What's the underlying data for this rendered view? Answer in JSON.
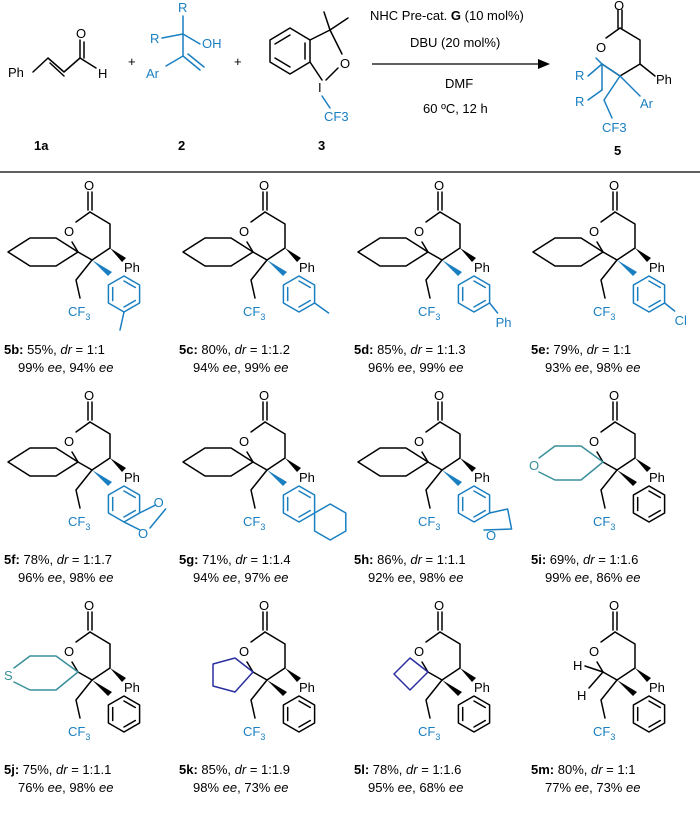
{
  "scheme": {
    "reactants": [
      {
        "id": "1a",
        "label": "1a",
        "group": "Ph",
        "atoms": [
          "O",
          "H"
        ]
      },
      {
        "id": "2",
        "label": "2",
        "atoms": [
          "R",
          "R",
          "OH",
          "Ar"
        ]
      },
      {
        "id": "3",
        "label": "3",
        "atoms": [
          "O",
          "I",
          "CF3"
        ]
      }
    ],
    "plus": "+",
    "conditions": {
      "line1_prefix": "NHC Pre-cat. ",
      "catalyst": "G",
      "line1_suffix": "  (10 mol%)",
      "line2": "DBU (20 mol%)",
      "line3": "DMF",
      "line4": "60 ºC, 12 h"
    },
    "product": {
      "label": "5",
      "atoms": [
        "O",
        "O",
        "R",
        "R",
        "Ph",
        "Ar",
        "CF3"
      ]
    }
  },
  "products": [
    {
      "id": "5b",
      "label": "5b:",
      "yield": "55%",
      "dr_label": "dr",
      "dr": "1:1",
      "ee1": "99%",
      "ee2": "94%",
      "ee_label": "ee",
      "ring": "cyclohexane",
      "aryl": "3-methylphenyl"
    },
    {
      "id": "5c",
      "label": "5c:",
      "yield": "80%",
      "dr_label": "dr",
      "dr": "1:1.2",
      "ee1": "94%",
      "ee2": "99%",
      "ee_label": "ee",
      "ring": "cyclohexane",
      "aryl": "4-methylphenyl"
    },
    {
      "id": "5d",
      "label": "5d:",
      "yield": "85%",
      "dr_label": "dr",
      "dr": "1:1.3",
      "ee1": "96%",
      "ee2": "99%",
      "ee_label": "ee",
      "ring": "cyclohexane",
      "aryl": "4-biphenyl"
    },
    {
      "id": "5e",
      "label": "5e:",
      "yield": "79%",
      "dr_label": "dr",
      "dr": "1:1",
      "ee1": "93%",
      "ee2": "98%",
      "ee_label": "ee",
      "ring": "cyclohexane",
      "aryl": "4-chlorophenyl"
    },
    {
      "id": "5f",
      "label": "5f:",
      "yield": "78%",
      "dr_label": "dr",
      "dr": "1:1.7",
      "ee1": "96%",
      "ee2": "98%",
      "ee_label": "ee",
      "ring": "cyclohexane",
      "aryl": "benzodioxolyl"
    },
    {
      "id": "5g",
      "label": "5g:",
      "yield": "71%",
      "dr_label": "dr",
      "dr": "1:1.4",
      "ee1": "94%",
      "ee2": "97%",
      "ee_label": "ee",
      "ring": "cyclohexane",
      "aryl": "2-naphthyl"
    },
    {
      "id": "5h",
      "label": "5h:",
      "yield": "86%",
      "dr_label": "dr",
      "dr": "1:1.1",
      "ee1": "92%",
      "ee2": "98%",
      "ee_label": "ee",
      "ring": "cyclohexane",
      "aryl": "benzofuranyl"
    },
    {
      "id": "5i",
      "label": "5i:",
      "yield": "69%",
      "dr_label": "dr",
      "dr": "1:1.6",
      "ee1": "99%",
      "ee2": "86%",
      "ee_label": "ee",
      "ring": "tetrahydropyran",
      "aryl": "phenyl"
    },
    {
      "id": "5j",
      "label": "5j:",
      "yield": "75%",
      "dr_label": "dr",
      "dr": "1:1.1",
      "ee1": "76%",
      "ee2": "98%",
      "ee_label": "ee",
      "ring": "tetrahydrothiopyran",
      "aryl": "phenyl"
    },
    {
      "id": "5k",
      "label": "5k:",
      "yield": "85%",
      "dr_label": "dr",
      "dr": "1:1.9",
      "ee1": "98%",
      "ee2": "73%",
      "ee_label": "ee",
      "ring": "cyclopentane",
      "aryl": "phenyl"
    },
    {
      "id": "5l",
      "label": "5l:",
      "yield": "78%",
      "dr_label": "dr",
      "dr": "1:1.6",
      "ee1": "95%",
      "ee2": "68%",
      "ee_label": "ee",
      "ring": "cyclobutane",
      "aryl": "phenyl"
    },
    {
      "id": "5m",
      "label": "5m:",
      "yield": "80%",
      "dr_label": "dr",
      "dr": "1:1",
      "ee1": "77%",
      "ee2": "73%",
      "ee_label": "ee",
      "ring": "H,H",
      "aryl": "phenyl"
    }
  ],
  "atoms": {
    "O": "O",
    "Ph": "Ph",
    "CF": "CF",
    "three": "3",
    "H": "H",
    "S": "S",
    "Cl": "Cl",
    "R": "R",
    "OH": "OH",
    "Ar": "Ar",
    "I": "I"
  },
  "colors": {
    "black": "#000000",
    "blue": "#1a7fc1",
    "teal": "#3a8f9a",
    "navy": "#2a2fa0"
  }
}
